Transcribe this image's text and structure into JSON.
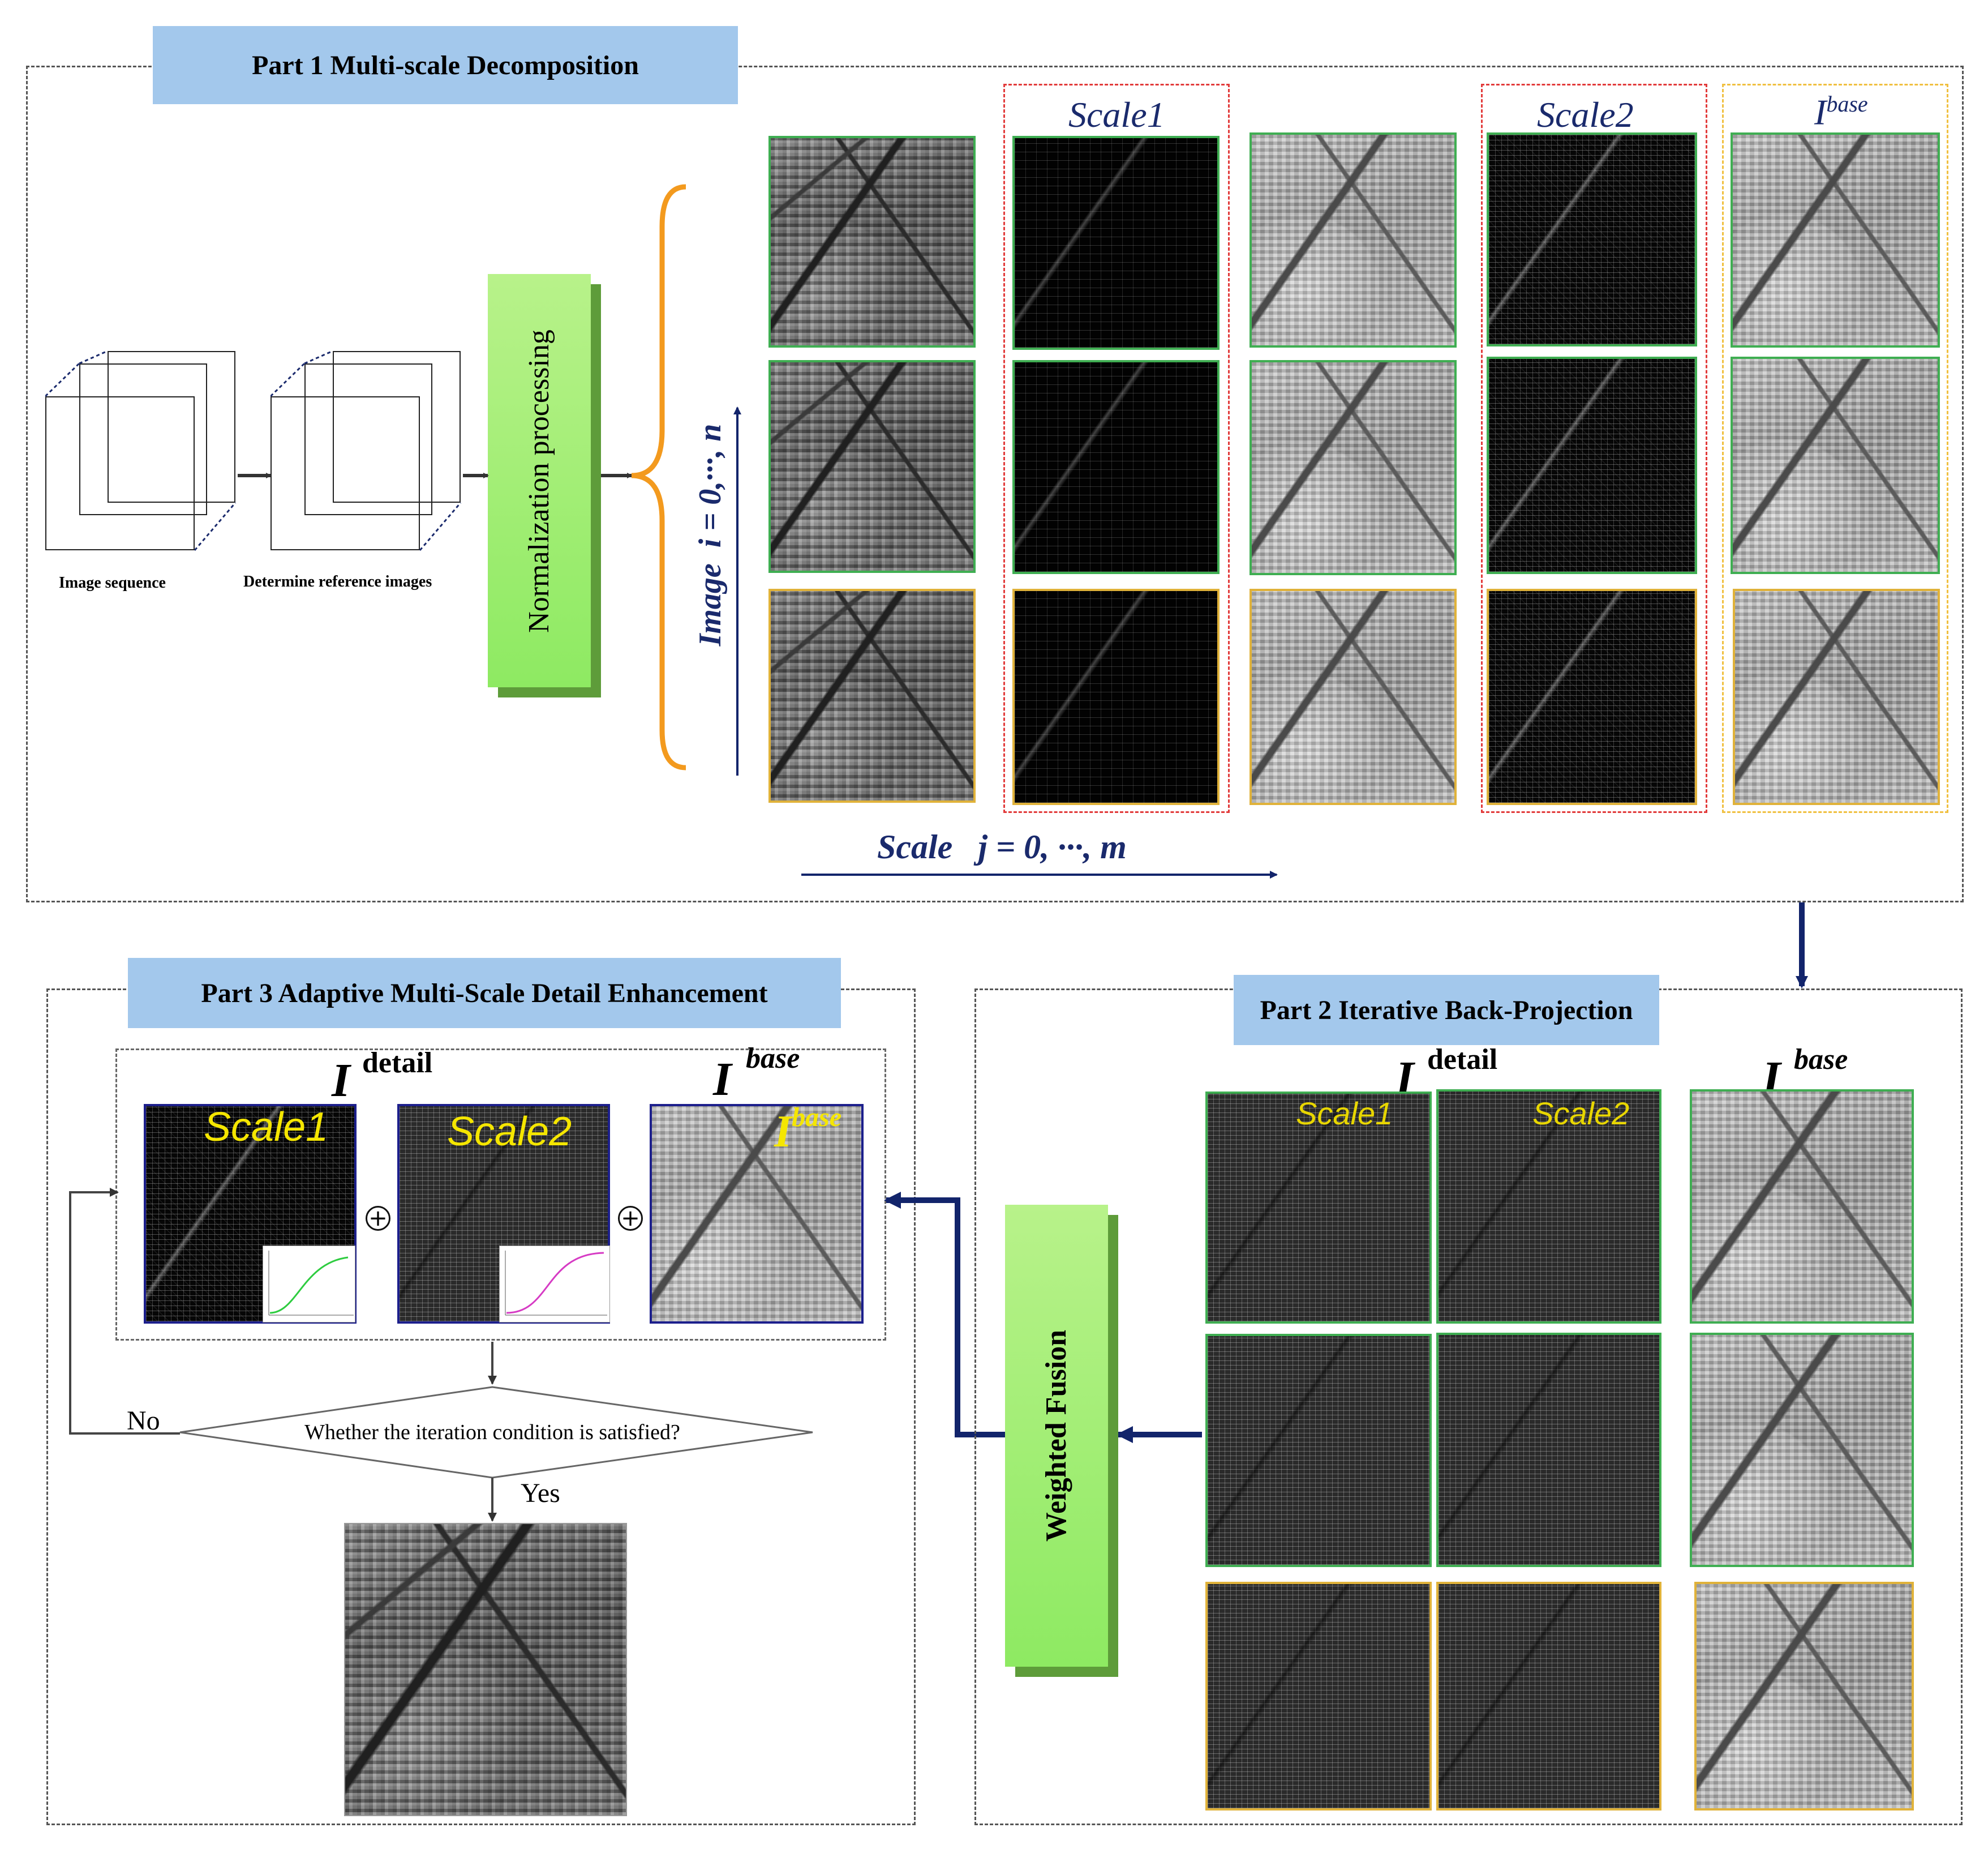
{
  "part1": {
    "label": "Part 1 Multi-scale Decomposition"
  },
  "part2": {
    "label": "Part 2 Iterative Back-Projection"
  },
  "part3": {
    "label": "Part 3 Adaptive Multi-Scale Detail Enhancement"
  },
  "input": {
    "sequence_label": "Image sequence",
    "reference_label": "Determine reference images"
  },
  "normalization": {
    "label": "Normalization processing"
  },
  "axes": {
    "image_word": "Image",
    "image_expr": "i = 0,···, n",
    "scale_word": "Scale",
    "scale_expr": "j = 0, ···, m"
  },
  "columns": {
    "scale1": "Scale1",
    "scale2": "Scale2",
    "ibase_main": "I",
    "ibase_sup": "base"
  },
  "part3_content": {
    "detail_I": "I",
    "detail_sup": "detail",
    "base_I": "I",
    "base_sup": "base",
    "tile_scale1": "Scale1",
    "tile_scale2": "Scale2",
    "tile_base_I": "I",
    "tile_base_sup": "base",
    "plus": "+",
    "condition": "Whether the iteration condition is satisfied?",
    "no": "No",
    "yes": "Yes"
  },
  "part2_content": {
    "detail_I": "I",
    "detail_sup": "detail",
    "base_I": "I",
    "base_sup": "base",
    "tile_scale1": "Scale1",
    "tile_scale2": "Scale2",
    "fusion": "Weighted Fusion"
  },
  "colors": {
    "part_label_bg": "#a3c8ec",
    "green_border": "#3fae52",
    "yellow_border": "#e0b23a",
    "red_dash": "#e23a3a",
    "arrow_navy": "#12246b",
    "brace_orange": "#f39a1e",
    "green_box": "#9bee6e",
    "curve_green": "#2ecc40",
    "curve_magenta": "#d63bc4"
  }
}
